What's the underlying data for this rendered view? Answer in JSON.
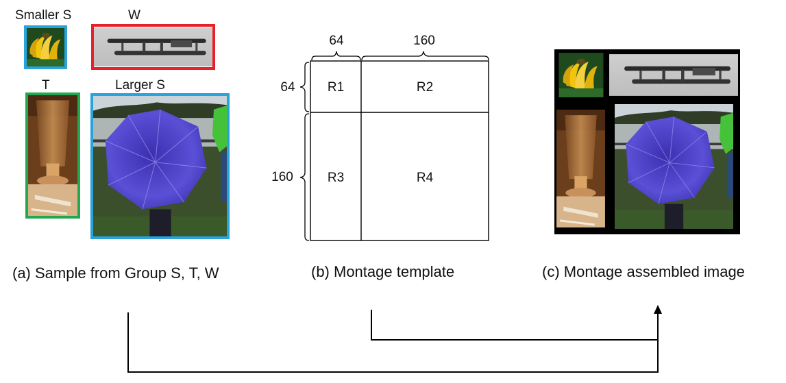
{
  "panel_a": {
    "labels": {
      "smaller_s": "Smaller S",
      "w": "W",
      "t": "T",
      "larger_s": "Larger S"
    },
    "caption": "(a) Sample from Group S, T, W",
    "frame_colors": {
      "s": "#29a3dc",
      "w": "#e8202a",
      "t": "#23a84f"
    },
    "image_subjects": {
      "smaller_s": "bananas",
      "w": "biplane",
      "t": "glass-and-spoon",
      "larger_s": "umbrella"
    }
  },
  "panel_b": {
    "caption": "(b) Montage template",
    "top_dims": [
      "64",
      "160"
    ],
    "left_dims": [
      "64",
      "160"
    ],
    "regions": [
      "R1",
      "R2",
      "R3",
      "R4"
    ]
  },
  "panel_c": {
    "caption": "(c) Montage assembled image"
  },
  "arrow_color": "#000000"
}
